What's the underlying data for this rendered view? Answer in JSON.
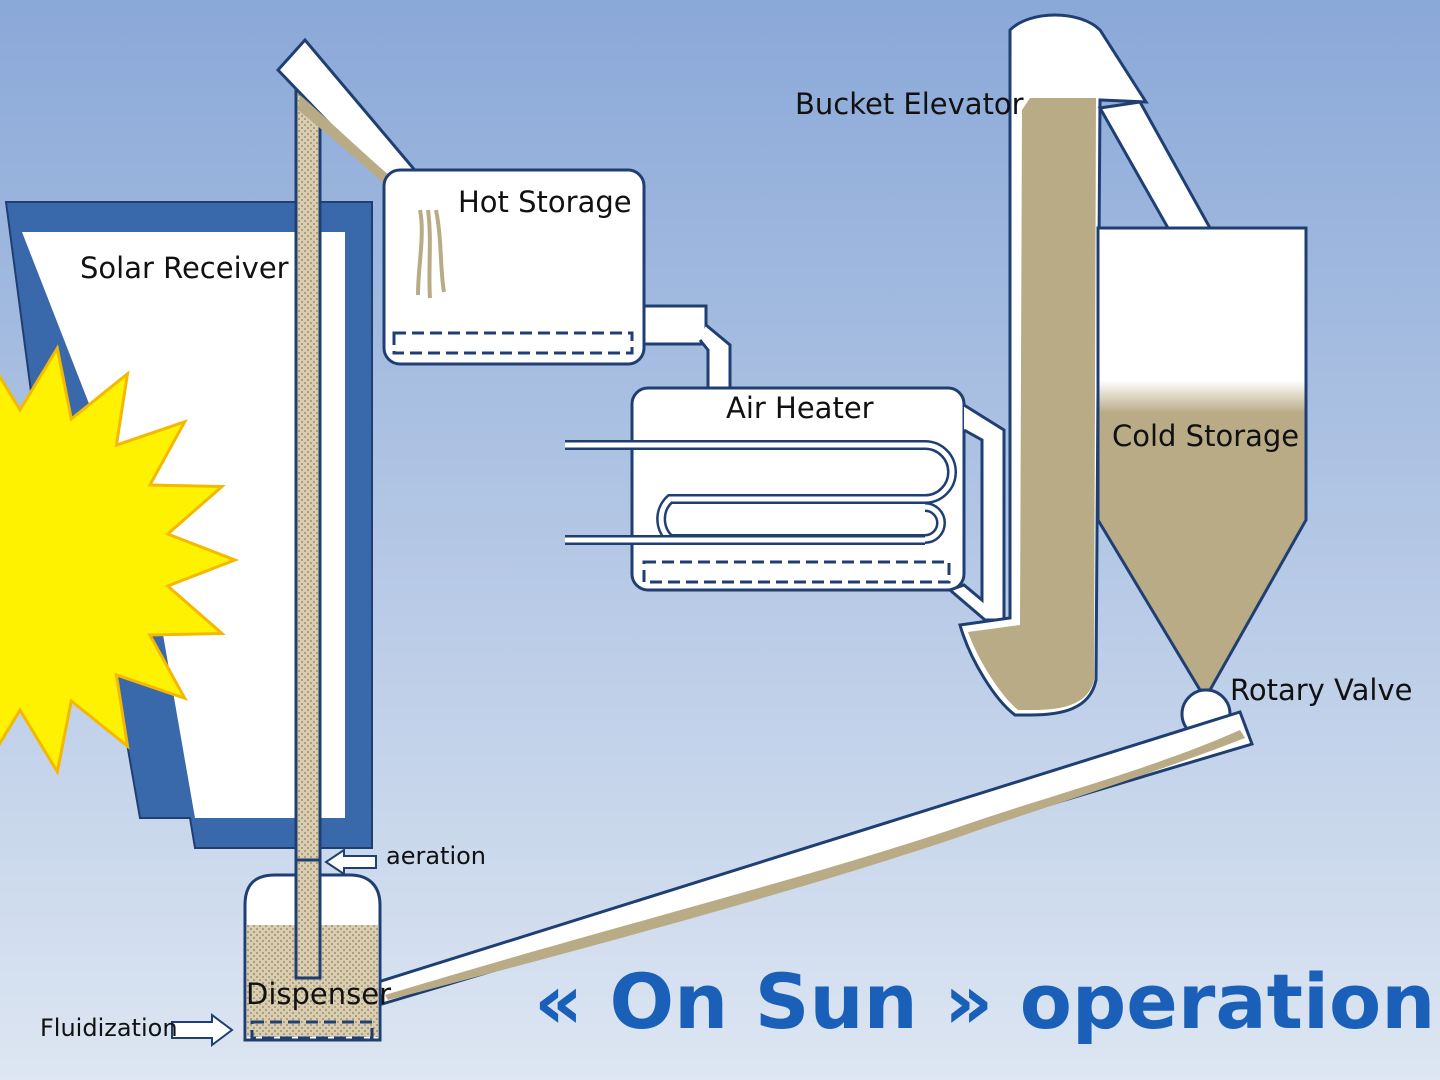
{
  "labels": {
    "solar_receiver": "Solar Receiver",
    "hot_storage": "Hot Storage",
    "air_heater": "Air Heater",
    "bucket_elevator": "Bucket Elevator",
    "cold_storage": "Cold Storage",
    "rotary_valve": "Rotary Valve",
    "aeration": "aeration",
    "dispenser": "Dispenser",
    "fluidization": "Fluidization"
  },
  "title": "« On Sun » operation",
  "colors": {
    "background_top": "#8aa8d8",
    "background_bottom": "#dde6f2",
    "outline": "#1f3f73",
    "receiver_frame": "#3a69ab",
    "sand": "#b9ab86",
    "sun": "#fff200",
    "sun_outline": "#f5b800",
    "title": "#1a60b8"
  },
  "icons": [
    "sun-icon",
    "aeration-arrow-icon",
    "fluidization-arrow-icon"
  ]
}
